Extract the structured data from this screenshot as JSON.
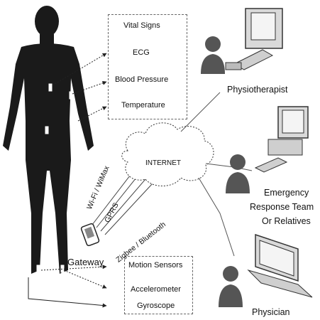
{
  "vital_signs": {
    "heading": "Vital Signs",
    "items": [
      "ECG",
      "Blood Pressure",
      "Temperature"
    ]
  },
  "motion_sensors": {
    "heading": "Motion Sensors",
    "items": [
      "Accelerometer",
      "Gyroscope"
    ]
  },
  "network": {
    "internet": "INTERNET",
    "gateway": "Gateway",
    "links": [
      "Wi-Fi / WiMax",
      "GPRS",
      "Zigbee / Bluetooth"
    ]
  },
  "recipients": {
    "physiotherapist": "Physiotherapist",
    "emergency": [
      "Emergency",
      "Response Team",
      "Or Relatives"
    ],
    "physician": "Physician"
  },
  "icons": [
    "human-body-silhouette",
    "sensor-node-icon",
    "person-icon",
    "desktop-computer-icon",
    "laptop-icon",
    "smartphone-icon",
    "internet-cloud-icon"
  ]
}
